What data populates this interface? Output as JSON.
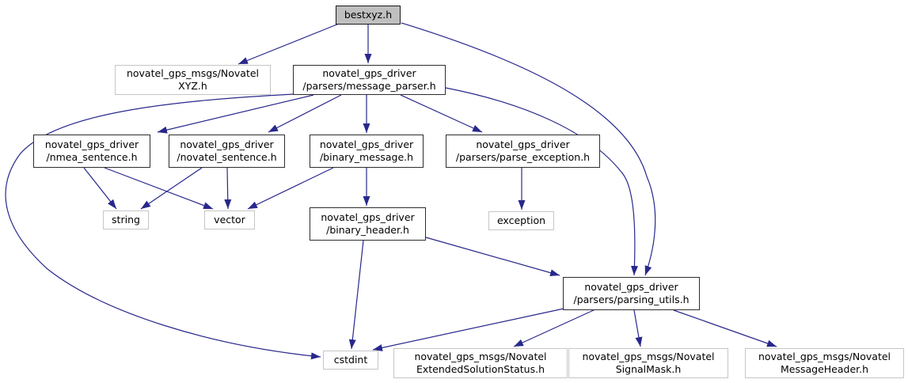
{
  "graph": {
    "kind": "include-dependency-graph",
    "colors": {
      "edge": "#28288c",
      "root_fill": "#bfbfbf",
      "internal_border": "#2d2d2d",
      "external_border": "#c6c6c6",
      "node_fill": "#ffffff",
      "text": "#000000",
      "background": "#ffffff"
    },
    "nodes": [
      {
        "id": "bestxyz",
        "type": "root",
        "lines": [
          "bestxyz.h"
        ]
      },
      {
        "id": "novatel_xyz",
        "type": "external",
        "lines": [
          "novatel_gps_msgs/Novatel",
          "XYZ.h"
        ]
      },
      {
        "id": "message_parser",
        "type": "internal",
        "lines": [
          "novatel_gps_driver",
          "/parsers/message_parser.h"
        ]
      },
      {
        "id": "nmea_sentence",
        "type": "internal",
        "lines": [
          "novatel_gps_driver",
          "/nmea_sentence.h"
        ]
      },
      {
        "id": "novatel_sentence",
        "type": "internal",
        "lines": [
          "novatel_gps_driver",
          "/novatel_sentence.h"
        ]
      },
      {
        "id": "binary_message",
        "type": "internal",
        "lines": [
          "novatel_gps_driver",
          "/binary_message.h"
        ]
      },
      {
        "id": "parse_exception",
        "type": "internal",
        "lines": [
          "novatel_gps_driver",
          "/parsers/parse_exception.h"
        ]
      },
      {
        "id": "string",
        "type": "external",
        "lines": [
          "string"
        ]
      },
      {
        "id": "vector",
        "type": "external",
        "lines": [
          "vector"
        ]
      },
      {
        "id": "binary_header",
        "type": "internal",
        "lines": [
          "novatel_gps_driver",
          "/binary_header.h"
        ]
      },
      {
        "id": "exception",
        "type": "external",
        "lines": [
          "exception"
        ]
      },
      {
        "id": "parsing_utils",
        "type": "internal",
        "lines": [
          "novatel_gps_driver",
          "/parsers/parsing_utils.h"
        ]
      },
      {
        "id": "cstdint",
        "type": "external",
        "lines": [
          "cstdint"
        ]
      },
      {
        "id": "ext_solution_status",
        "type": "external",
        "lines": [
          "novatel_gps_msgs/Novatel",
          "ExtendedSolutionStatus.h"
        ]
      },
      {
        "id": "signal_mask",
        "type": "external",
        "lines": [
          "novatel_gps_msgs/Novatel",
          "SignalMask.h"
        ]
      },
      {
        "id": "message_header",
        "type": "external",
        "lines": [
          "novatel_gps_msgs/Novatel",
          "MessageHeader.h"
        ]
      }
    ],
    "edges": [
      {
        "from": "bestxyz",
        "to": "novatel_xyz"
      },
      {
        "from": "bestxyz",
        "to": "message_parser"
      },
      {
        "from": "bestxyz",
        "to": "parsing_utils"
      },
      {
        "from": "message_parser",
        "to": "nmea_sentence"
      },
      {
        "from": "message_parser",
        "to": "novatel_sentence"
      },
      {
        "from": "message_parser",
        "to": "binary_message"
      },
      {
        "from": "message_parser",
        "to": "parse_exception"
      },
      {
        "from": "message_parser",
        "to": "parsing_utils"
      },
      {
        "from": "message_parser",
        "to": "cstdint"
      },
      {
        "from": "nmea_sentence",
        "to": "string"
      },
      {
        "from": "nmea_sentence",
        "to": "vector"
      },
      {
        "from": "novatel_sentence",
        "to": "string"
      },
      {
        "from": "novatel_sentence",
        "to": "vector"
      },
      {
        "from": "binary_message",
        "to": "vector"
      },
      {
        "from": "binary_message",
        "to": "binary_header"
      },
      {
        "from": "parse_exception",
        "to": "exception"
      },
      {
        "from": "binary_header",
        "to": "cstdint"
      },
      {
        "from": "binary_header",
        "to": "parsing_utils"
      },
      {
        "from": "parsing_utils",
        "to": "cstdint"
      },
      {
        "from": "parsing_utils",
        "to": "ext_solution_status"
      },
      {
        "from": "parsing_utils",
        "to": "signal_mask"
      },
      {
        "from": "parsing_utils",
        "to": "message_header"
      }
    ]
  }
}
